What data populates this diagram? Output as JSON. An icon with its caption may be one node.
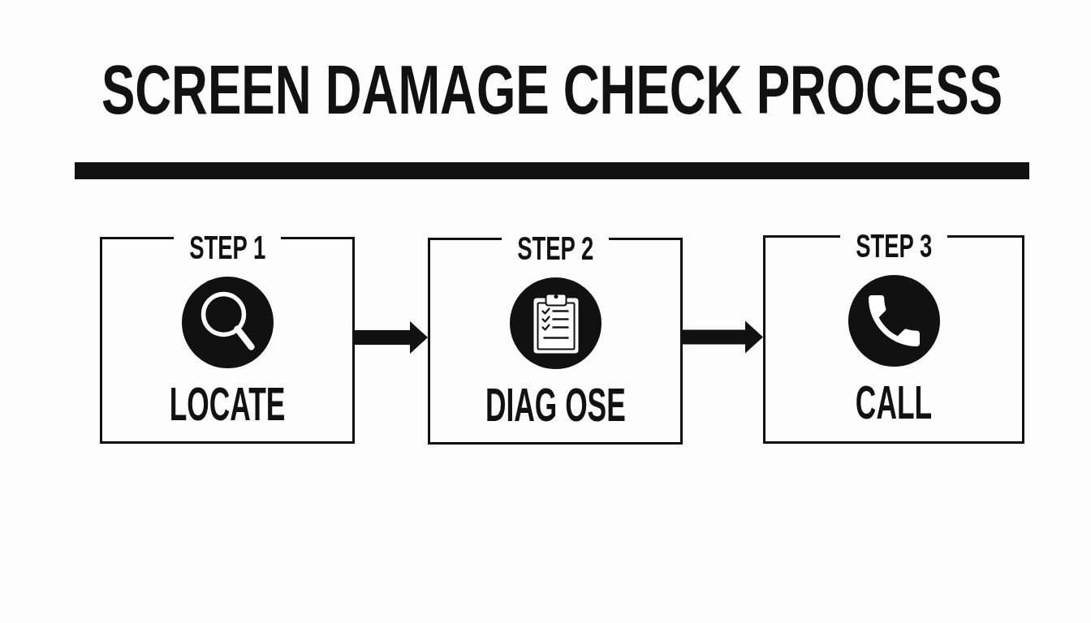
{
  "diagram": {
    "title": "SCREEN DAMAGE CHECK PROCESS",
    "nodes": [
      {
        "text": [
          "STEP 1",
          "LOCATE"
        ]
      },
      {
        "text": [
          "STEP 2",
          "DIAG OSE"
        ]
      },
      {
        "text": [
          "STEP 3",
          "CALL"
        ]
      }
    ],
    "edges": [
      {
        "from": 0,
        "to": 1,
        "arrow": "to"
      },
      {
        "from": 1,
        "to": 2,
        "arrow": "to"
      }
    ]
  }
}
